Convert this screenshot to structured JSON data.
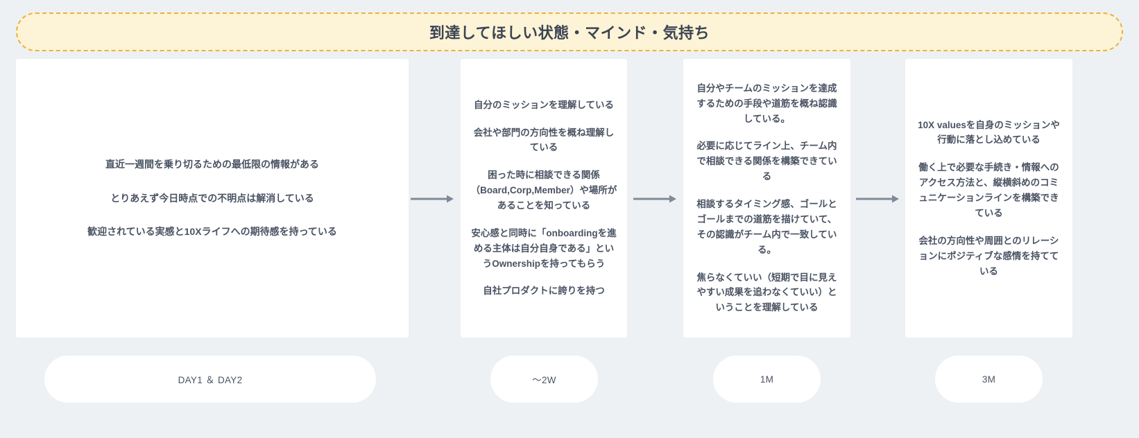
{
  "banner": {
    "title": "到達してほしい状態・マインド・気持ち",
    "background_color": "#fdf3d6",
    "border_color": "#e8b33c"
  },
  "colors": {
    "page_background": "#edf1f4",
    "card_background": "#ffffff",
    "text": "#4a5363",
    "arrow": "#7e8a99"
  },
  "stages": [
    {
      "id": "stage-1",
      "pill_label": "DAY1 ＆ DAY2",
      "items": [
        "直近一週間を乗り切るための最低限の情報がある",
        "とりあえず今日時点での不明点は解消している",
        "歓迎されている実感と10Xライフへの期待感を持っている"
      ]
    },
    {
      "id": "stage-2",
      "pill_label": "〜2W",
      "items": [
        "自分のミッションを理解している",
        "会社や部門の方向性を概ね理解している",
        "困った時に相談できる関係（Board,Corp,Member）や場所があることを知っている",
        "安心感と同時に「onboardingを進める主体は自分自身である」というOwnershipを持ってもらう",
        "自社プロダクトに誇りを持つ"
      ]
    },
    {
      "id": "stage-3",
      "pill_label": "1M",
      "items": [
        "自分やチームのミッションを達成するための手段や道筋を概ね認識している。",
        "必要に応じてライン上、チーム内で相談できる関係を構築できている",
        "相談するタイミング感、ゴールとゴールまでの道筋を描けていて、その認識がチーム内で一致している。",
        "焦らなくていい（短期で目に見えやすい成果を追わなくていい）ということを理解している"
      ]
    },
    {
      "id": "stage-4",
      "pill_label": "3M",
      "items": [
        "10X valuesを自身のミッションや行動に落とし込めている",
        "働く上で必要な手続き・情報へのアクセス方法と、縦横斜めのコミュニケーションラインを構築できている",
        "会社の方向性や周囲とのリレーションにポジティブな感情を持てている"
      ]
    }
  ],
  "arrows": [
    {
      "name": "arrow-stage1-to-stage2"
    },
    {
      "name": "arrow-stage2-to-stage3"
    },
    {
      "name": "arrow-stage3-to-stage4"
    }
  ]
}
